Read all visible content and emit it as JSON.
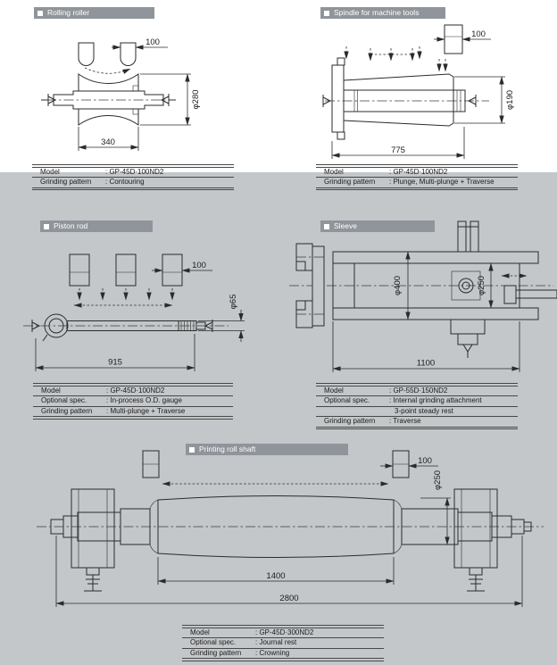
{
  "page": {
    "bg_color": "#c3c7ca",
    "top_band_color": "#ffffff",
    "header_bar_color": "#8f959a",
    "header_text_color": "#ffffff",
    "wheel_color": "#b28c4e",
    "line_color": "#2b2b2b"
  },
  "sections": [
    {
      "id": "rolling-roller",
      "title": "Rolling roller",
      "dims": {
        "wheel_width": "100",
        "diameter": "φ280",
        "length": "340"
      },
      "table": [
        {
          "label": "Model",
          "value": ": GP-45D·100ND2"
        },
        {
          "label": "Grinding pattern",
          "value": ": Contouring"
        }
      ]
    },
    {
      "id": "spindle-for-machine-tools",
      "title": "Spindle for machine tools",
      "dims": {
        "wheel_width": "100",
        "diameter": "φ190",
        "length": "775"
      },
      "table": [
        {
          "label": "Model",
          "value": ": GP-45D·100ND2"
        },
        {
          "label": "Grinding pattern",
          "value": ": Plunge, Multi-plunge + Traverse"
        }
      ]
    },
    {
      "id": "piston-rod",
      "title": "Piston rod",
      "dims": {
        "wheel_width": "100",
        "diameter": "φ65",
        "length": "915"
      },
      "table": [
        {
          "label": "Model",
          "value": ": GP-45D·100ND2"
        },
        {
          "label": "Optional spec.",
          "value": ": In-process O.D. gauge"
        },
        {
          "label": "Grinding pattern",
          "value": ": Multi-plunge + Traverse"
        }
      ]
    },
    {
      "id": "sleeve",
      "title": "Sleeve",
      "dims": {
        "outer_diameter": "φ400",
        "bore_diameter": "φ250",
        "length": "1100"
      },
      "table": [
        {
          "label": "Model",
          "value": ": GP-55D·150ND2"
        },
        {
          "label": "Optional spec.",
          "value": ": Internal grinding attachment"
        },
        {
          "label": "",
          "value": "3-point steady rest"
        },
        {
          "label": "Grinding pattern",
          "value": ": Traverse"
        }
      ]
    },
    {
      "id": "printing-roll-shaft",
      "title": "Printing roll shaft",
      "dims": {
        "wheel_width": "100",
        "diameter": "φ250",
        "barrel_length": "1400",
        "overall_length": "2800"
      },
      "table": [
        {
          "label": "Model",
          "value": ": GP-45D·300ND2"
        },
        {
          "label": "Optional spec.",
          "value": ": Journal rest"
        },
        {
          "label": "Grinding pattern",
          "value": ": Crowning"
        }
      ]
    }
  ]
}
